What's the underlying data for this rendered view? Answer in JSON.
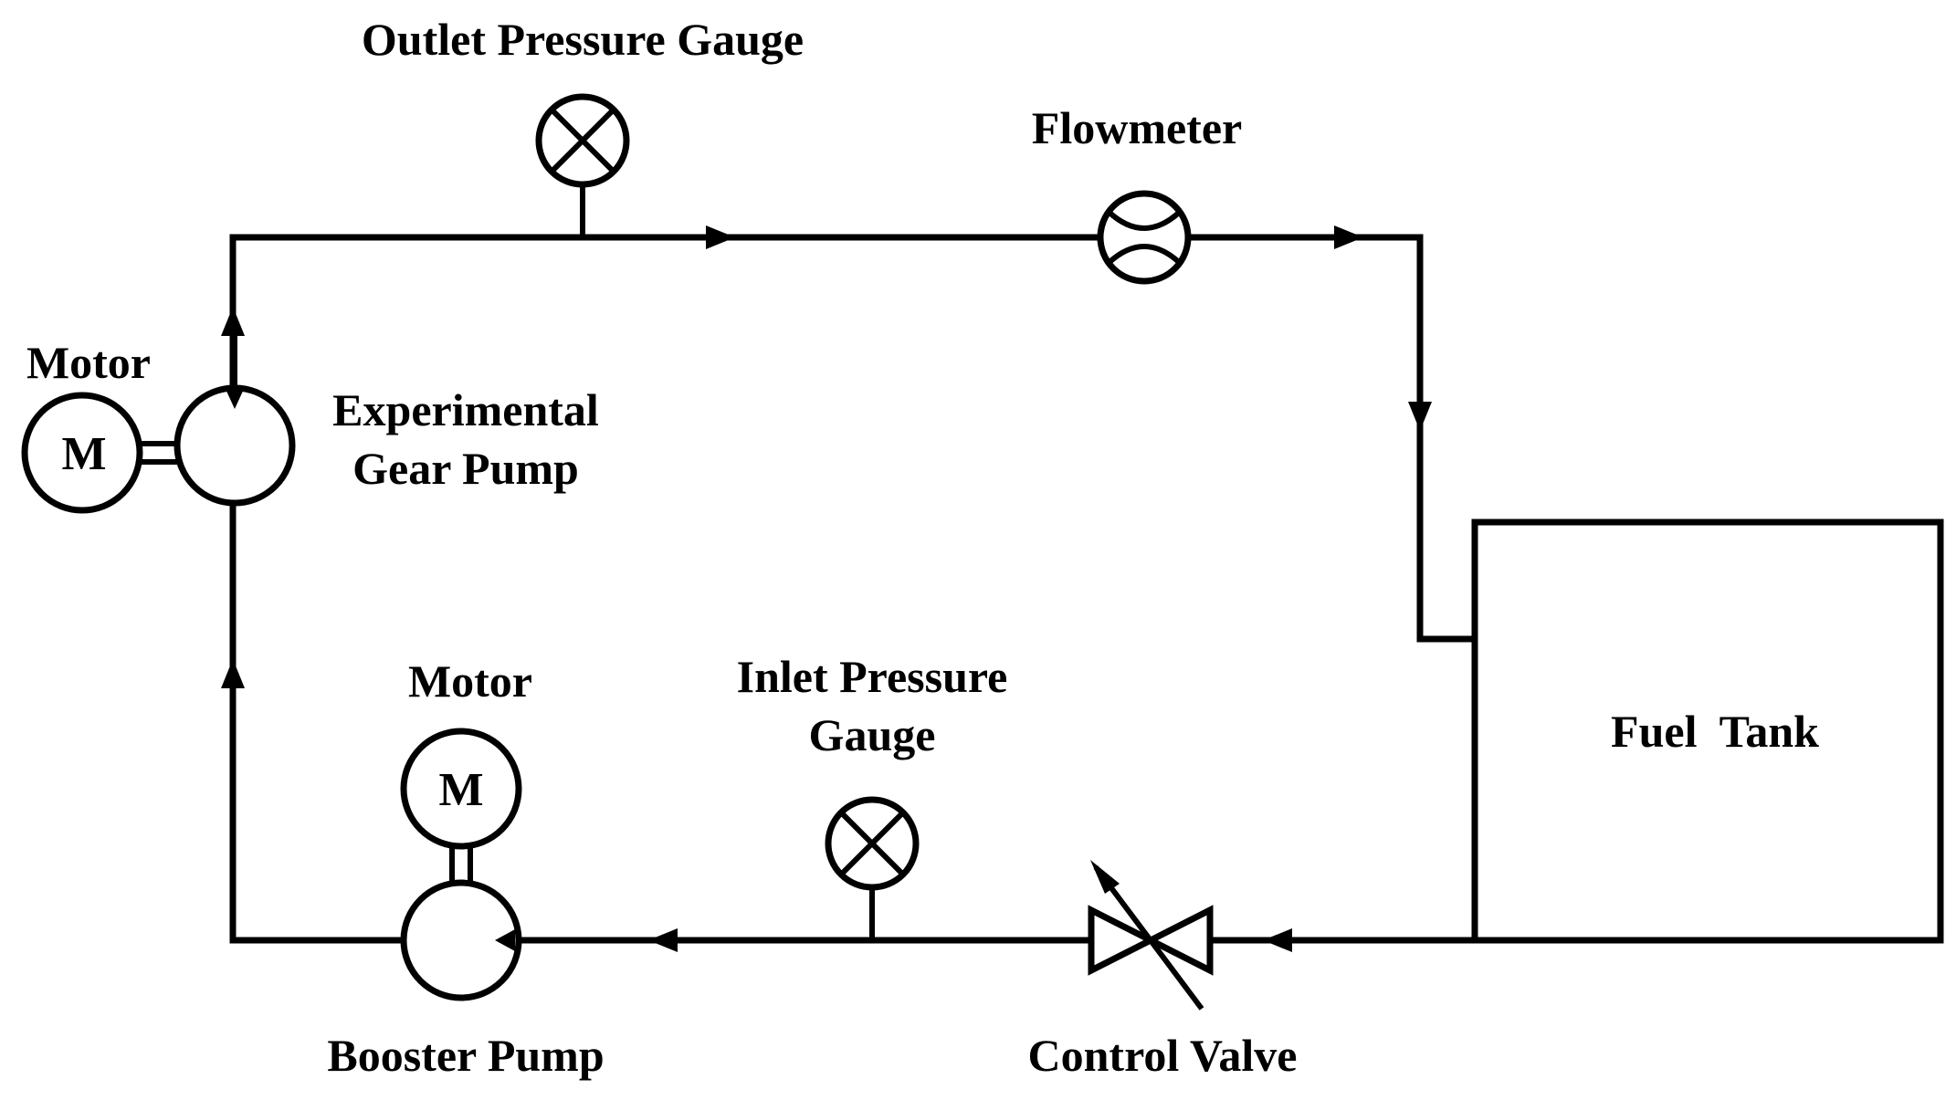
{
  "labels": {
    "outlet_pressure_gauge": "Outlet Pressure Gauge",
    "flowmeter": "Flowmeter",
    "motor_top": "Motor",
    "experimental_gear_pump_line1": "Experimental",
    "experimental_gear_pump_line2": "Gear Pump",
    "motor_bottom": "Motor",
    "inlet_pressure_gauge_line1": "Inlet Pressure",
    "inlet_pressure_gauge_line2": "Gauge",
    "fuel_tank": "Fuel  Tank",
    "booster_pump": "Booster Pump",
    "control_valve": "Control Valve",
    "motor_symbol_top": "M",
    "motor_symbol_bottom": "M"
  },
  "colors": {
    "line": "#000000",
    "background": "#ffffff"
  }
}
